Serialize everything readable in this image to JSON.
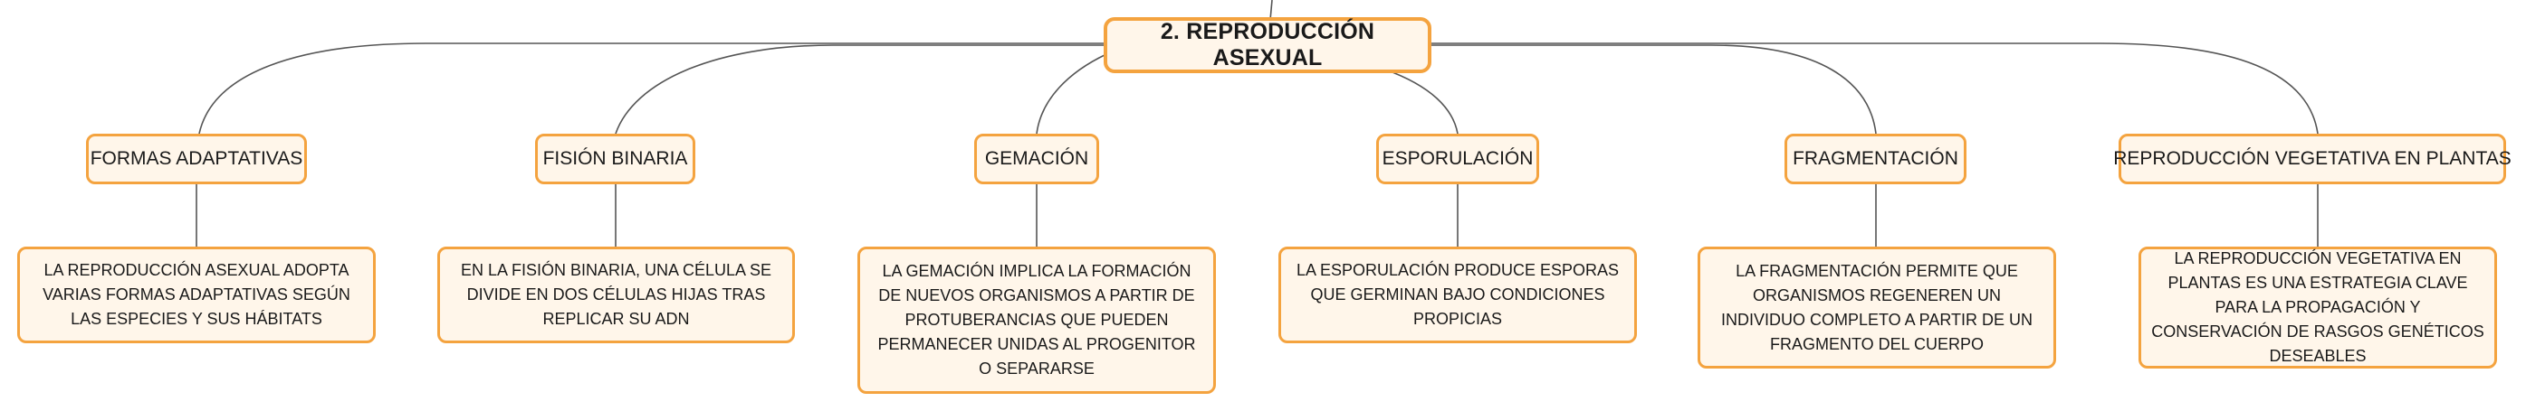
{
  "root": {
    "title": "2. REPRODUCCIÓN ASEXUAL"
  },
  "branches": [
    {
      "title": "FORMAS ADAPTATIVAS",
      "description": "LA REPRODUCCIÓN ASEXUAL ADOPTA VARIAS FORMAS ADAPTATIVAS SEGÚN LAS ESPECIES Y SUS HÁBITATS"
    },
    {
      "title": "FISIÓN BINARIA",
      "description": "EN LA FISIÓN BINARIA, UNA CÉLULA SE DIVIDE EN DOS CÉLULAS HIJAS TRAS REPLICAR SU ADN"
    },
    {
      "title": "GEMACIÓN",
      "description": "LA GEMACIÓN IMPLICA LA FORMACIÓN DE NUEVOS ORGANISMOS A PARTIR DE PROTUBERANCIAS QUE PUEDEN PERMANECER UNIDAS AL PROGENITOR O SEPARARSE"
    },
    {
      "title": "ESPORULACIÓN",
      "description": "LA ESPORULACIÓN PRODUCE ESPORAS QUE GERMINAN BAJO CONDICIONES PROPICIAS"
    },
    {
      "title": "FRAGMENTACIÓN",
      "description": "LA FRAGMENTACIÓN PERMITE QUE ORGANISMOS REGENEREN UN INDIVIDUO COMPLETO A PARTIR DE UN FRAGMENTO DEL CUERPO"
    },
    {
      "title": "REPRODUCCIÓN VEGETATIVA EN PLANTAS",
      "description": "LA REPRODUCCIÓN VEGETATIVA EN PLANTAS ES UNA ESTRATEGIA CLAVE PARA LA PROPAGACIÓN Y CONSERVACIÓN DE RASGOS GENÉTICOS DESEABLES"
    }
  ],
  "colors": {
    "border": "#f4a33f",
    "fill": "#fff6ea",
    "connector": "#555555",
    "text": "#1a1a1a"
  }
}
